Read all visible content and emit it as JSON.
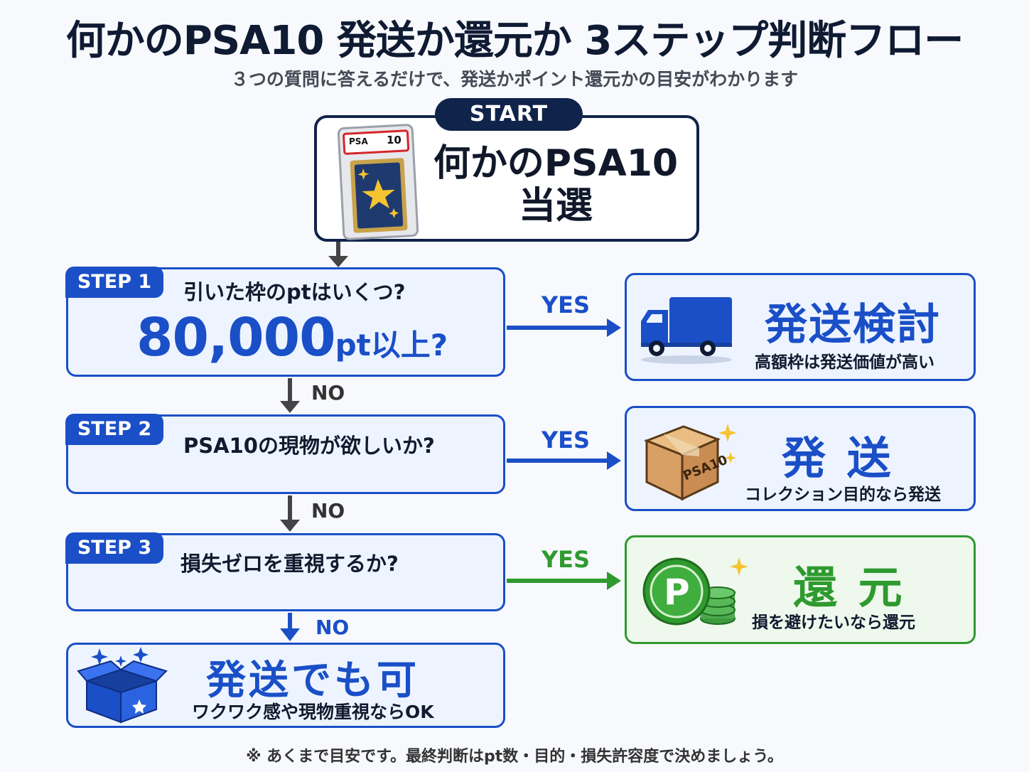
{
  "title": "何かのPSA10 発送か還元か 3ステップ判断フロー",
  "subtitle": "３つの質問に答えるだけで、発送かポイント還元かの目安がわかります",
  "start": {
    "badge": "START",
    "line1": "何かのPSA10",
    "line2": "当選",
    "slab_label": "PSA",
    "slab_grade": "10"
  },
  "steps": [
    {
      "tag": "STEP 1",
      "question": "引いた枠のptはいくつ?",
      "big_number": "80,000",
      "big_unit": "pt以上?"
    },
    {
      "tag": "STEP 2",
      "question": "PSA10の現物が欲しいか?"
    },
    {
      "tag": "STEP 3",
      "question": "損失ゼロを重視するか?"
    }
  ],
  "branch_labels": {
    "yes": "YES",
    "no": "NO"
  },
  "results": [
    {
      "title": "発送検討",
      "subtitle": "高額枠は発送価値が高い",
      "icon": "truck-icon",
      "color": "#1a4fc7"
    },
    {
      "title": "発 送",
      "subtitle": "コレクション目的なら発送",
      "icon": "package-icon",
      "box_label": "PSA10",
      "color": "#1a4fc7"
    },
    {
      "title": "還 元",
      "subtitle": "損を避けたいなら還元",
      "icon": "point-coin-icon",
      "coin_letter": "P",
      "color": "#2f9a2f"
    }
  ],
  "final": {
    "title": "発送でも可",
    "subtitle": "ワクワク感や現物重視ならOK",
    "icon": "open-box-icon"
  },
  "footnote": "※ あくまで目安です。最終判断はpt数・目的・損失許容度で決めましょう。",
  "colors": {
    "navy": "#10234a",
    "blue": "#1a4fc7",
    "green": "#2f9a2f",
    "dark_arrow": "#444444"
  }
}
